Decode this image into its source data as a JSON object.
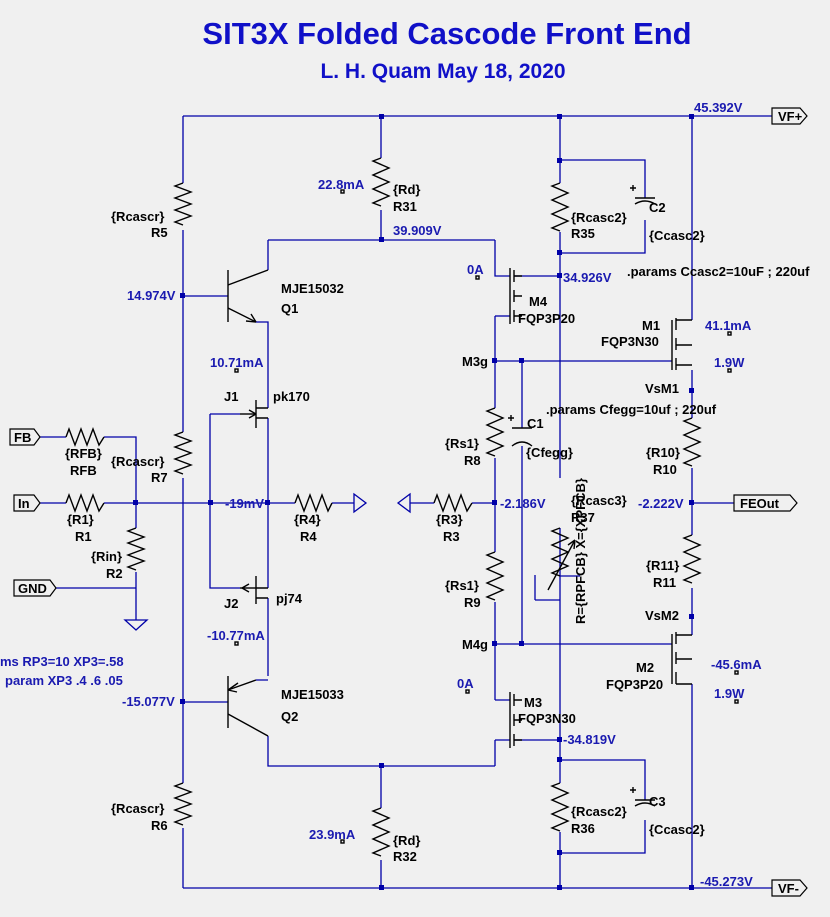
{
  "title": "SIT3X Folded Cascode Front End",
  "subtitle": "L. H. Quam   May 18, 2020",
  "ports": {
    "vf_plus": "VF+",
    "vf_minus": "VF-",
    "fb": "FB",
    "in": "In",
    "gnd": "GND",
    "feout": "FEOut"
  },
  "components": {
    "r5": {
      "value": "{Rcascr}",
      "ref": "R5"
    },
    "r7": {
      "value": "{Rcascr}",
      "ref": "R7"
    },
    "r6": {
      "value": "{Rcascr}",
      "ref": "R6"
    },
    "r31": {
      "value": "{Rd}",
      "ref": "R31"
    },
    "r32": {
      "value": "{Rd}",
      "ref": "R32"
    },
    "rfb": {
      "value": "{RFB}",
      "ref": "RFB"
    },
    "r1": {
      "value": "{R1}",
      "ref": "R1"
    },
    "r2": {
      "value": "{Rin}",
      "ref": "R2"
    },
    "r4": {
      "value": "{R4}",
      "ref": "R4"
    },
    "r3": {
      "value": "{R3}",
      "ref": "R3"
    },
    "r8": {
      "value": "{Rs1}",
      "ref": "R8"
    },
    "r9": {
      "value": "{Rs1}",
      "ref": "R9"
    },
    "r35": {
      "value": "{Rcasc2}",
      "ref": "R35"
    },
    "r36": {
      "value": "{Rcasc2}",
      "ref": "R36"
    },
    "r37": {
      "value": "{Rcasc3}",
      "ref": "R37"
    },
    "r10": {
      "value": "{R10}",
      "ref": "R10"
    },
    "r11": {
      "value": "{R11}",
      "ref": "R11"
    },
    "c1": {
      "ref": "C1",
      "value": "{Cfegg}"
    },
    "c2": {
      "ref": "C2",
      "value": "{Ccasc2}"
    },
    "c3": {
      "ref": "C3",
      "value": "{Ccasc2}"
    },
    "q1": {
      "model": "MJE15032",
      "ref": "Q1"
    },
    "q2": {
      "model": "MJE15033",
      "ref": "Q2"
    },
    "j1": {
      "ref": "J1",
      "model": "pk170"
    },
    "j2": {
      "ref": "J2",
      "model": "pj74"
    },
    "m1": {
      "ref": "M1",
      "model": "FQP3N30"
    },
    "m2": {
      "ref": "M2",
      "model": "FQP3P20"
    },
    "m3": {
      "ref": "M3",
      "model": "FQP3N30"
    },
    "m4": {
      "ref": "M4",
      "model": "FQP3P20"
    },
    "pot_label": "R={RPFCB} X={XPFCB}"
  },
  "nodes": {
    "m3g": "M3g",
    "m4g": "M4g",
    "vsm1": "VsM1",
    "vsm2": "VsM2"
  },
  "annotations": {
    "vf_plus_v": "45.392V",
    "vf_minus_v": "-45.273V",
    "r31_i": "22.8mA",
    "r32_i": "23.9mA",
    "v_top_rail": "39.909V",
    "v_q1_base": "14.974V",
    "v_q2_base": "-15.077V",
    "j1_i": "10.71mA",
    "j2_i": "-10.77mA",
    "v_in_node": "-19mV",
    "m4_i": "0A",
    "m3_i": "0A",
    "v_m4_drain": "34.926V",
    "v_m3_drain": "-34.819V",
    "v_r3_node": "-2.186V",
    "v_feout": "-2.222V",
    "m1_i": "41.1mA",
    "m1_p": "1.9W",
    "m2_i": "-45.6mA",
    "m2_p": "1.9W"
  },
  "directives": {
    "ccasc2": ".params Ccasc2=10uF ; 220uf",
    "cfegg": ".params Cfegg=10uf ; 220uf",
    "rp3": "ms RP3=10 XP3=.58",
    "xp3": "param XP3 .4 .6 .05"
  }
}
